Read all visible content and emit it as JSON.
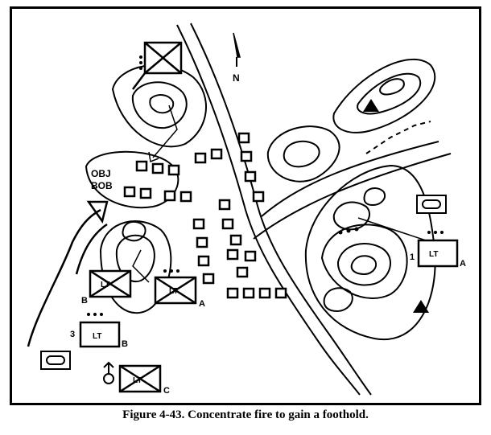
{
  "diagram": {
    "caption": "Figure 4-43.  Concentrate fire to gain a foothold.",
    "north_label": "N",
    "objective_labels": [
      "OBJ",
      "BOB"
    ],
    "unit_label": "LT",
    "company_labels": [
      "A",
      "B",
      "C"
    ],
    "unit_number": "1",
    "spot_label": "3",
    "colors": {
      "ink": "#000000",
      "paper": "#ffffff"
    }
  }
}
